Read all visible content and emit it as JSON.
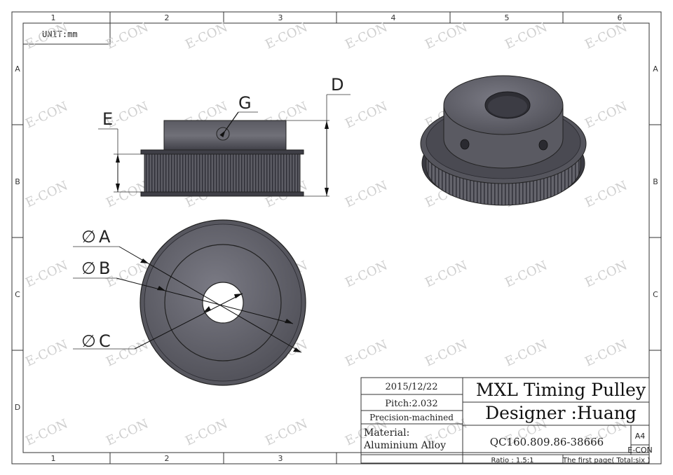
{
  "sheet": {
    "unit": "UNIT:mm",
    "col_labels_top": [
      "1",
      "2",
      "3",
      "4",
      "5",
      "6"
    ],
    "col_labels_bottom": [
      "1",
      "2",
      "3"
    ],
    "row_labels": [
      "A",
      "B",
      "C",
      "D"
    ],
    "watermark": "E-CON"
  },
  "labels": {
    "d": "D",
    "e": "E",
    "g": "G",
    "dia_a": "A",
    "dia_b": "B",
    "dia_c": "C",
    "dia_symbol": "∅"
  },
  "title_block": {
    "date": "2015/12/22",
    "pitch": "Pitch:2.032",
    "process": "Precision-machined",
    "material_label": "Material:",
    "material_value": "Aluminium Alloy",
    "title": "MXL Timing Pulley",
    "designer": "Designer :Huang",
    "part_number": "QC160.809.86-38666",
    "size": "A4",
    "company": "E-CON",
    "ratio": "Ratio :  1.5:1",
    "page": "The first page( Total:six )"
  },
  "colors": {
    "line": "#222222",
    "metal_dark": "#4a4a52",
    "metal_mid": "#6a6a74",
    "metal_light": "#8e8e98",
    "watermark": "#cfcfcf"
  }
}
